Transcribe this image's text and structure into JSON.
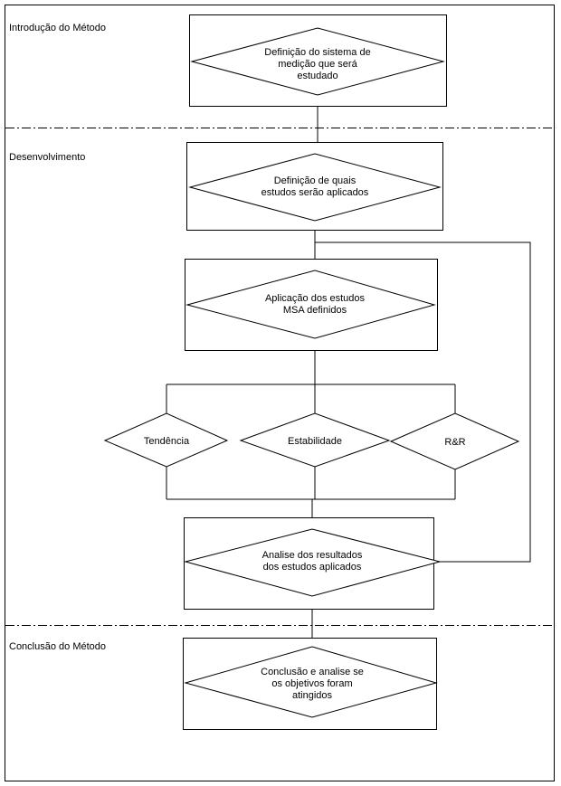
{
  "sections": [
    {
      "id": "introducao",
      "label": "Introdução do Método"
    },
    {
      "id": "desenvolvimento",
      "label": "Desenvolvimento"
    },
    {
      "id": "conclusao",
      "label": "Conclusão do Método"
    }
  ],
  "steps": {
    "definicao_sistema": [
      "Definição do sistema de",
      "medição que será",
      "estudado"
    ],
    "definicao_estudos": [
      "Definição de quais",
      "estudos serão aplicados"
    ],
    "aplicacao": [
      "Aplicação dos estudos",
      "MSA definidos"
    ],
    "tendencia": [
      "Tendência"
    ],
    "estabilidade": [
      "Estabilidade"
    ],
    "rr": [
      "R&R"
    ],
    "analise": [
      "Analise dos resultados",
      "dos estudos aplicados"
    ],
    "conclusao": [
      "Conclusão e analise se",
      "os objetivos foram",
      "atingidos"
    ]
  },
  "colors": {
    "line": "#000000",
    "background": "#ffffff"
  }
}
